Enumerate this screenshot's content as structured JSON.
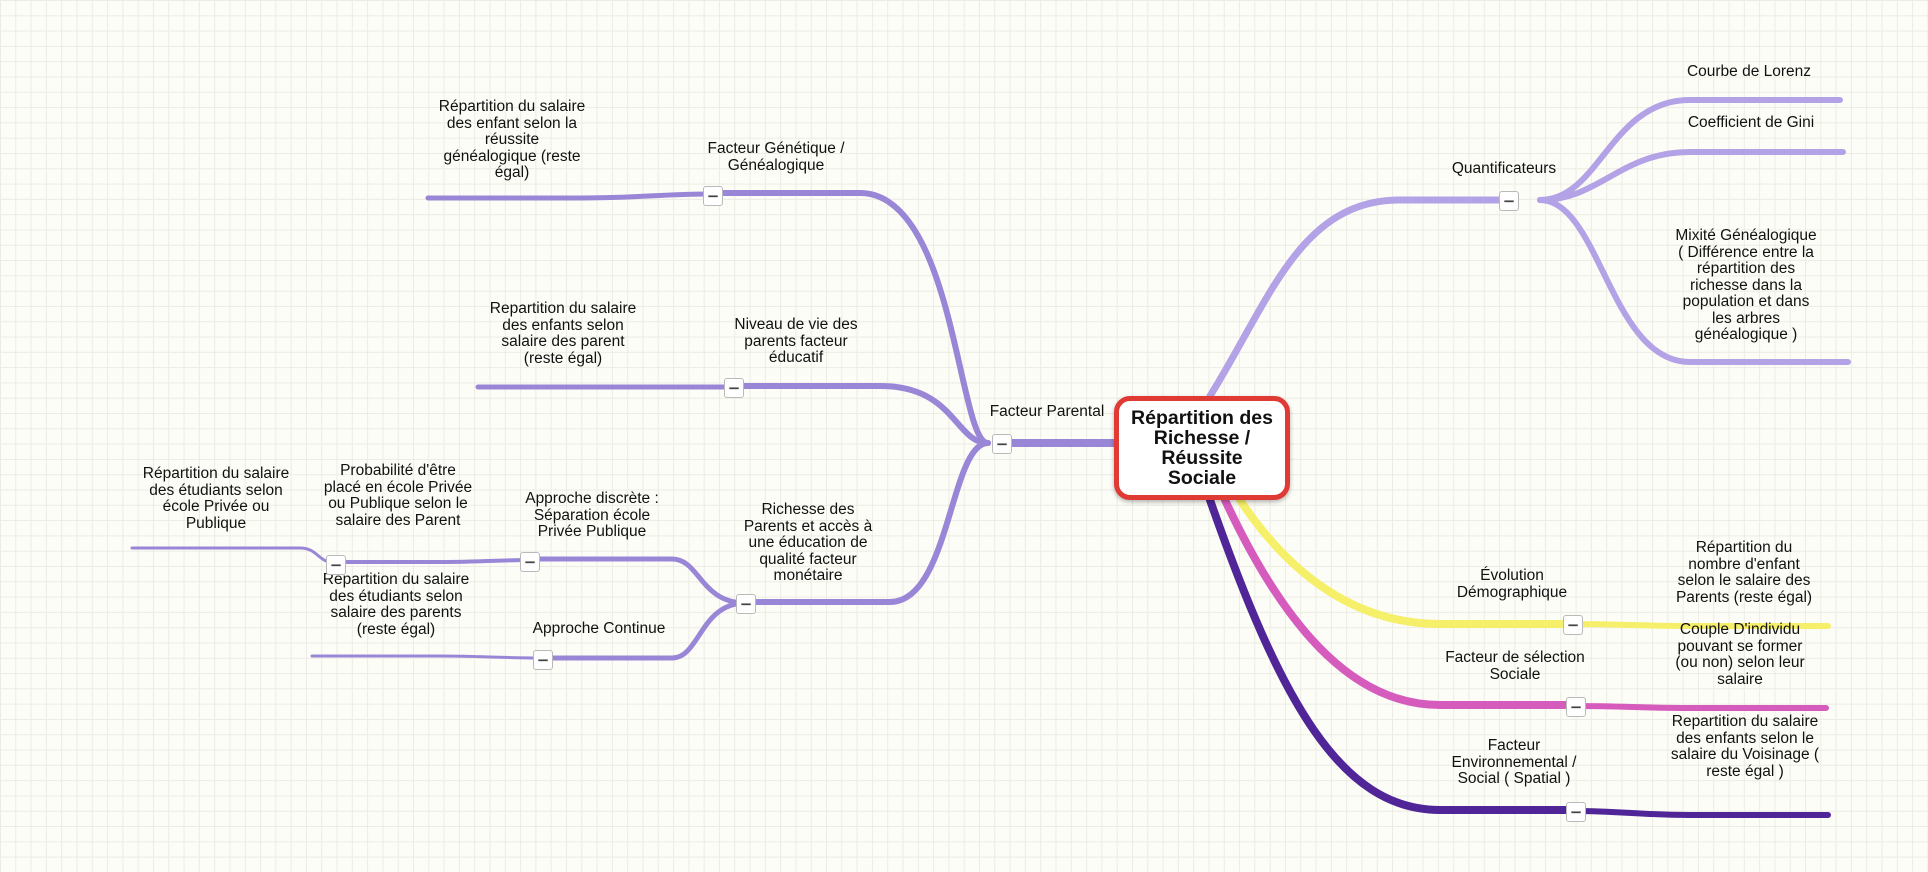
{
  "root": {
    "title": "Répartition des\nRichesse /\nRéussite\nSociale"
  },
  "branches": {
    "facteur_parental": {
      "label": "Facteur Parental"
    },
    "genetique": {
      "label": "Facteur Génétique /\nGénéalogique",
      "leaf": "Répartition du salaire\ndes enfant selon la\nréussite\ngénéalogique (reste\négal)"
    },
    "niveau_vie": {
      "label": "Niveau de vie des\nparents facteur\néducatif",
      "leaf": "Repartition du salaire\ndes enfants selon\nsalaire des parent\n(reste égal)"
    },
    "richesse_parents": {
      "label": "Richesse des\nParents et accès à\nune éducation de\nqualité facteur\nmonétaire"
    },
    "approche_discrete": {
      "label": "Approche discrète :\nSéparation école\nPrivée Publique"
    },
    "probabilite": {
      "label": "Probabilité d'être\nplacé en école Privée\nou Publique selon le\nsalaire des Parent"
    },
    "repartition_etudiants_ecole": {
      "label": "Répartition du salaire\ndes étudiants selon\nécole Privée ou\nPublique"
    },
    "approche_continue": {
      "label": "Approche Continue"
    },
    "repartition_etudiants_salaire": {
      "label": "Repartition du salaire\ndes étudiants selon\nsalaire des parents\n(reste égal)"
    },
    "quantificateurs": {
      "label": "Quantificateurs"
    },
    "lorenz": {
      "label": "Courbe de Lorenz"
    },
    "gini": {
      "label": "Coefficient de Gini"
    },
    "mixite": {
      "label": "Mixité Généalogique\n( Différence entre la\nrépartition des\nrichesse dans la\npopulation et dans\nles arbres\ngénéalogique )"
    },
    "evolution": {
      "label": "Évolution\nDémographique",
      "leaf": "Répartition du\nnombre d'enfant\nselon le salaire des\nParents (reste égal)"
    },
    "selection": {
      "label": "Facteur de sélection\nSociale",
      "leaf": "Couple D'individu\npouvant se former\n(ou non) selon leur\nsalaire"
    },
    "environnemental": {
      "label": "Facteur\nEnvironnemental /\nSocial ( Spatial )",
      "leaf": "Repartition du salaire\ndes enfants selon le\nsalaire du Voisinage (\nreste égal )"
    }
  },
  "toggle_symbol": "−",
  "colors": {
    "purple": "#9a86d6",
    "light_purple": "#b3a2e6",
    "yellow": "#f5ef6a",
    "magenta": "#d55cbd",
    "dark_purple": "#4f2597",
    "root_border": "#e03a35"
  }
}
